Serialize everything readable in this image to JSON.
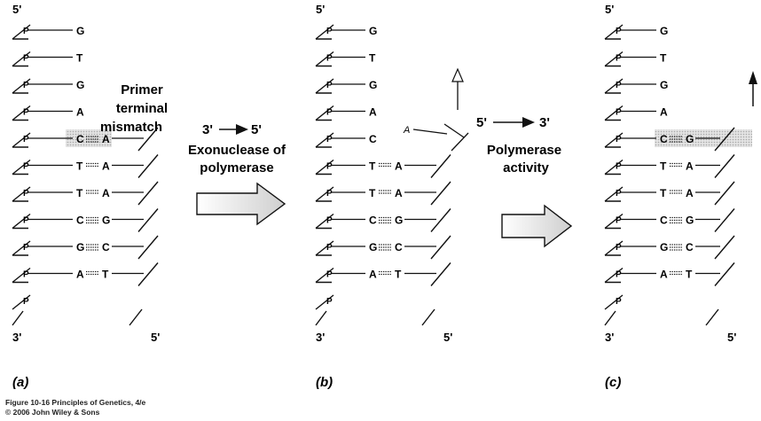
{
  "panels": [
    {
      "label": "(a)",
      "top_label": "5'",
      "bottom_label": "3'",
      "right_bottom_label": "5'",
      "phosphates": [
        "P",
        "P",
        "P",
        "P",
        "P",
        "P",
        "P",
        "P",
        "P",
        "P",
        "P"
      ],
      "bases": [
        {
          "left": "G",
          "right": ""
        },
        {
          "left": "T",
          "right": ""
        },
        {
          "left": "G",
          "right": ""
        },
        {
          "left": "A",
          "right": ""
        },
        {
          "left": "C",
          "right": "A"
        },
        {
          "left": "T",
          "right": "A"
        },
        {
          "left": "T",
          "right": "A"
        },
        {
          "left": "C",
          "right": "G"
        },
        {
          "left": "G",
          "right": "C"
        },
        {
          "left": "A",
          "right": "T"
        }
      ]
    },
    {
      "label": "(b)",
      "top_label": "5'",
      "bottom_label": "3'",
      "right_bottom_label": "5'",
      "phosphates": [
        "P",
        "P",
        "P",
        "P",
        "P",
        "P",
        "P",
        "P",
        "P",
        "P",
        "P"
      ],
      "bases": [
        {
          "left": "G",
          "right": ""
        },
        {
          "left": "T",
          "right": ""
        },
        {
          "left": "G",
          "right": ""
        },
        {
          "left": "A",
          "right": ""
        },
        {
          "left": "C",
          "right": ""
        },
        {
          "left": "T",
          "right": "A"
        },
        {
          "left": "T",
          "right": "A"
        },
        {
          "left": "C",
          "right": "G"
        },
        {
          "left": "G",
          "right": "C"
        },
        {
          "left": "A",
          "right": "T"
        }
      ],
      "excised_base": "A"
    },
    {
      "label": "(c)",
      "top_label": "5'",
      "bottom_label": "3'",
      "right_bottom_label": "5'",
      "phosphates": [
        "P",
        "P",
        "P",
        "P",
        "P",
        "P",
        "P",
        "P",
        "P",
        "P",
        "P"
      ],
      "bases": [
        {
          "left": "G",
          "right": ""
        },
        {
          "left": "T",
          "right": ""
        },
        {
          "left": "G",
          "right": ""
        },
        {
          "left": "A",
          "right": ""
        },
        {
          "left": "C",
          "right": "G"
        },
        {
          "left": "T",
          "right": "A"
        },
        {
          "left": "T",
          "right": "A"
        },
        {
          "left": "C",
          "right": "G"
        },
        {
          "left": "G",
          "right": "C"
        },
        {
          "left": "A",
          "right": "T"
        }
      ]
    }
  ],
  "annotations": {
    "mismatch_lines": [
      "Primer",
      "terminal",
      "mismatch"
    ],
    "exo_direction_from": "3'",
    "exo_direction_to": "5'",
    "exo_lines": [
      "Exonuclease of",
      "polymerase"
    ],
    "pol_direction_from": "5'",
    "pol_direction_to": "3'",
    "pol_lines": [
      "Polymerase",
      "activity"
    ]
  },
  "caption": {
    "line1": "Figure 10-16  Principles of Genetics, 4/e",
    "line2": "© 2006 John Wiley & Sons"
  },
  "colors": {
    "ink": "#111111",
    "highlight": "#c9c9c9",
    "arrow_fill": "#d4d4d4"
  }
}
